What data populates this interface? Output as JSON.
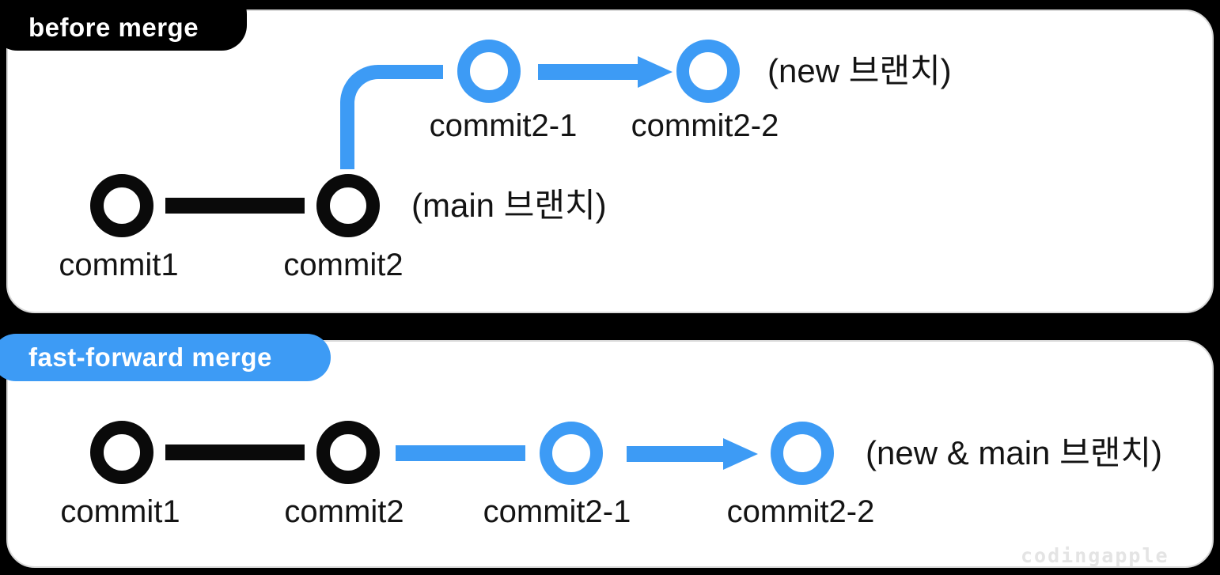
{
  "colors": {
    "background": "#000000",
    "panel_bg": "#ffffff",
    "panel_border": "#d9d9d9",
    "node_black": "#0a0a0a",
    "accent_blue": "#3d9bf5",
    "text": "#141414",
    "watermark": "#e4e4e4"
  },
  "before_merge": {
    "badge": "before merge",
    "main_branch": {
      "commit1": "commit1",
      "commit2": "commit2",
      "branch_label": "(main 브랜치)"
    },
    "new_branch": {
      "commit21": "commit2-1",
      "commit22": "commit2-2",
      "branch_label": "(new 브랜치)"
    }
  },
  "fast_forward_merge": {
    "badge": "fast-forward merge",
    "branch": {
      "commit1": "commit1",
      "commit2": "commit2",
      "commit21": "commit2-1",
      "commit22": "commit2-2",
      "branch_label": "(new & main 브랜치)"
    }
  },
  "watermark": "codingapple"
}
